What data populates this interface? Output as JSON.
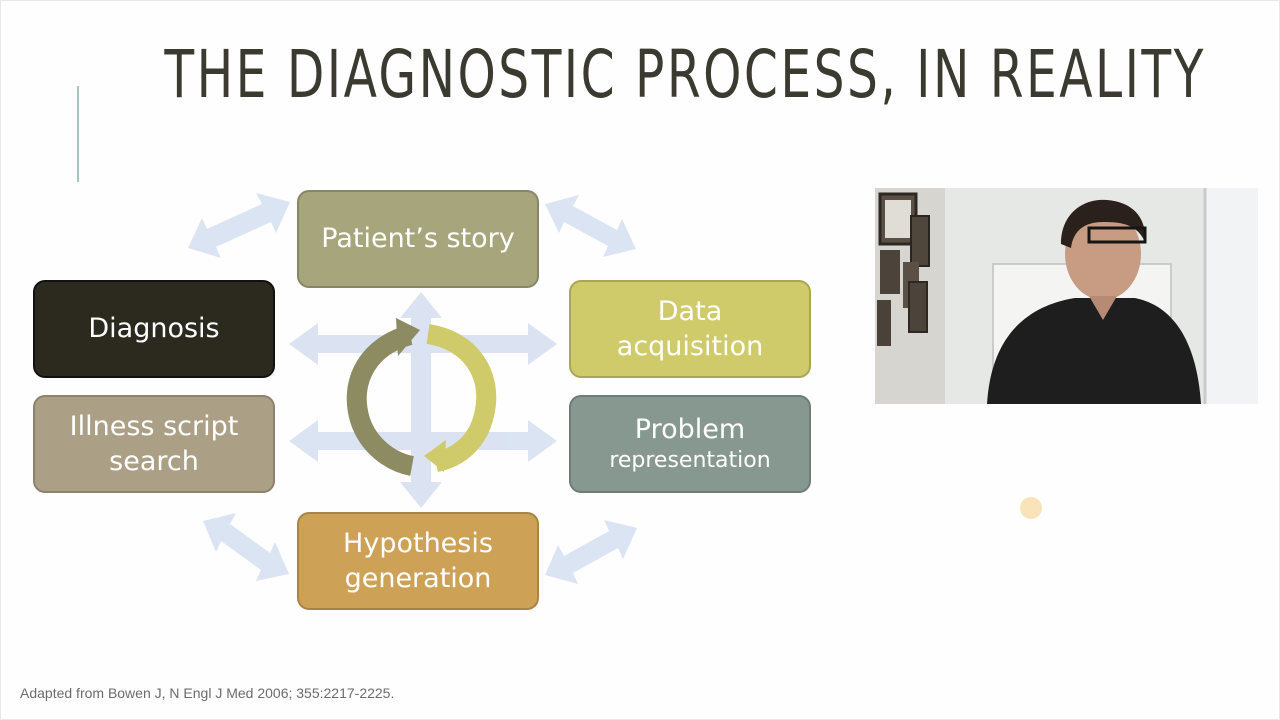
{
  "slide": {
    "title": "THE DIAGNOSTIC PROCESS, IN REALITY",
    "citation": "Adapted from Bowen J, N Engl J Med 2006; 355:2217-2225."
  },
  "diagram": {
    "nodes": {
      "patients_story": {
        "lines": [
          "Patient’s story"
        ],
        "color": "#a6a57c"
      },
      "data_acquisition": {
        "lines": [
          "Data",
          "acquisition"
        ],
        "color": "#cfcb6a"
      },
      "problem_representation": {
        "lines": [
          "Problem",
          "representation"
        ],
        "color": "#879890"
      },
      "hypothesis_generation": {
        "lines": [
          "Hypothesis",
          "generation"
        ],
        "color": "#cda256"
      },
      "illness_script_search": {
        "lines": [
          "Illness script",
          "search"
        ],
        "color": "#ab9f86"
      },
      "diagnosis": {
        "lines": [
          "Diagnosis"
        ],
        "color": "#2c2a1f"
      }
    },
    "cycle_arrow_colors": [
      "#8d8b62",
      "#cfcb6a"
    ],
    "connector_color": "#d5dff0"
  },
  "webcam": {
    "icon": "presenter-video-icon"
  }
}
